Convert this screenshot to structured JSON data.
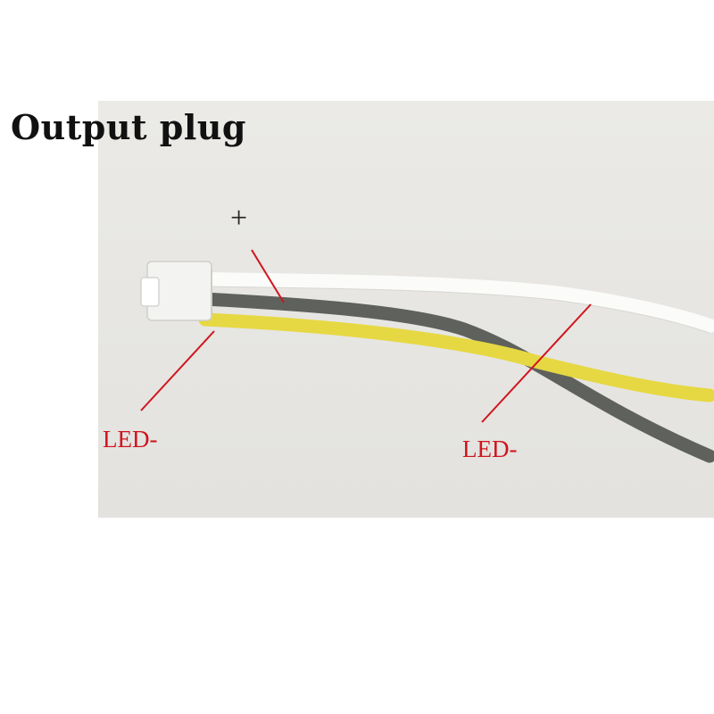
{
  "title": "Output plug",
  "labels": {
    "plus": "+",
    "led_minus_left": "LED-",
    "led_minus_right": "LED-"
  },
  "colors": {
    "background": "#e9e8e4",
    "wire_white": "#f4f4f2",
    "wire_gray": "#5e615c",
    "wire_yellow": "#e6d842",
    "connector": "#f2f2f2",
    "label_red": "#d0141e"
  }
}
